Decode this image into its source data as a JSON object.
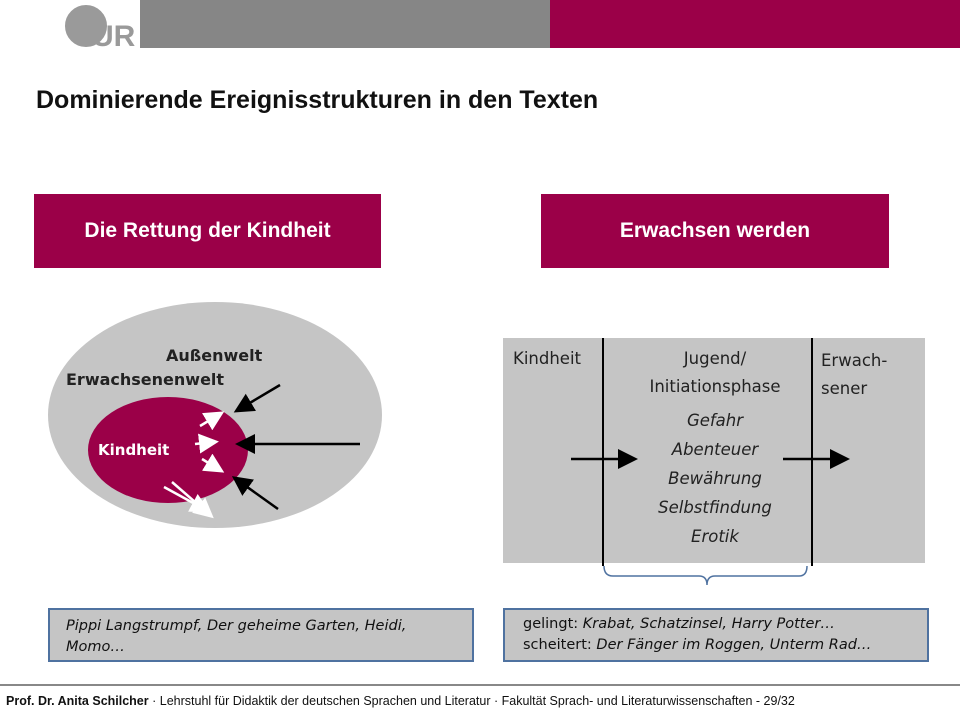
{
  "logo": {
    "letters": "UR"
  },
  "page_title": "Dominierende Ereignisstrukturen in den Texten",
  "left": {
    "heading": "Die Rettung der Kindheit",
    "label_outer": "Außenwelt",
    "label_adult": "Erwachsenenwelt",
    "label_inner": "Kindheit",
    "examples": "Pippi Langstrumpf, Der geheime Garten, Heidi, Momo…"
  },
  "right": {
    "heading": "Erwachsen werden",
    "col_child": "Kindheit",
    "col_youth_line1": "Jugend/",
    "col_youth_line2": "Initiationsphase",
    "col_adult_line1": "Erwach-",
    "col_adult_line2": "sener",
    "themes": [
      "Gefahr",
      "Abenteuer",
      "Bewährung",
      "Selbstfindung",
      "Erotik"
    ],
    "success_label": "gelingt: ",
    "success_titles": "Krabat, Schatzinsel, Harry Potter…",
    "failure_label": "scheitert: ",
    "failure_titles": "Der Fänger im Roggen, Unterm Rad…"
  },
  "footer": {
    "author": "Prof. Dr. Anita Schilcher",
    "text": " · Lehrstuhl für Didaktik der deutschen Sprachen und Literatur · Fakultät Sprach- und Literaturwissenschaften - 29/32"
  },
  "colors": {
    "accent": "#9b0048",
    "gray_bar": "#868686",
    "panel_gray": "#c5c5c5",
    "border_blue": "#4f72a0"
  }
}
